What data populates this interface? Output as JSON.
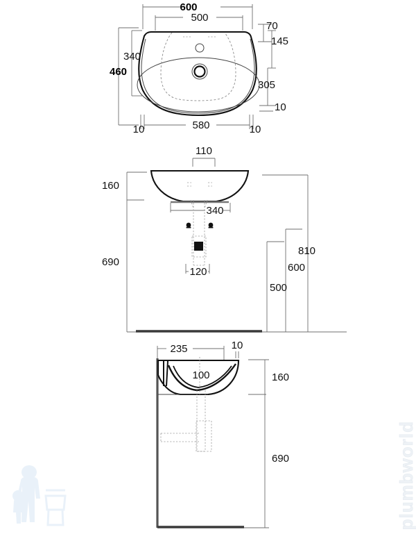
{
  "document": {
    "type": "technical-drawing",
    "subject": "wall-hung washbasin",
    "units": "mm",
    "views": [
      "top-plan-view",
      "front-elevation",
      "side-elevation"
    ]
  },
  "watermark": {
    "text": "plumbworld",
    "logo_name": "plumber-with-toilet-logo"
  },
  "top_view": {
    "dim_600": "600",
    "dim_500": "500",
    "dim_340": "340",
    "dim_460": "460",
    "dim_70": "70",
    "dim_145": "145",
    "dim_305": "305",
    "dim_10_right": "10",
    "dim_10_left_bottom": "10",
    "dim_580": "580",
    "dim_10_right_bottom": "10"
  },
  "front_view": {
    "dim_110": "110",
    "dim_160": "160",
    "dim_340": "340",
    "dim_690": "690",
    "dim_120": "120",
    "dim_500": "500",
    "dim_600": "600",
    "dim_810": "810"
  },
  "side_view": {
    "dim_235": "235",
    "dim_10": "10",
    "dim_100": "100",
    "dim_160": "160",
    "dim_690": "690"
  }
}
